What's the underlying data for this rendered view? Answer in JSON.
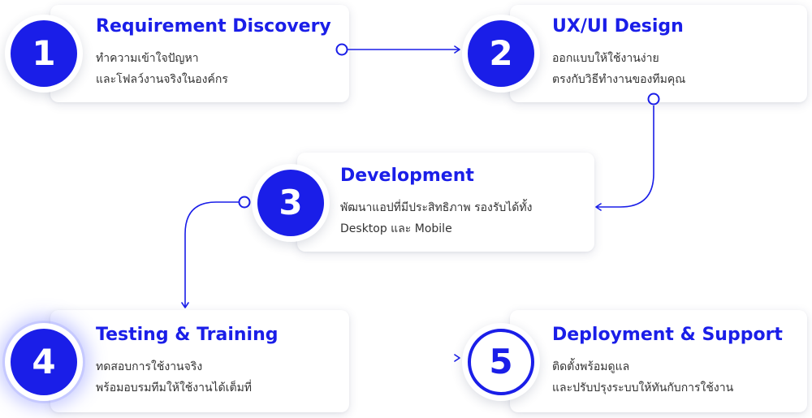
{
  "accent_color": "#1a1ee8",
  "steps": [
    {
      "number": "1",
      "title": "Requirement Discovery",
      "line1": "ทำความเข้าใจปัญหา",
      "line2": "และโฟลว์งานจริงในองค์กร"
    },
    {
      "number": "2",
      "title": "UX/UI Design",
      "line1": "ออกแบบให้ใช้งานง่าย",
      "line2": "ตรงกับวิธีทำงานของทีมคุณ"
    },
    {
      "number": "3",
      "title": "Development",
      "line1": "พัฒนาแอปที่มีประสิทธิภาพ รองรับได้ทั้ง",
      "line2": "Desktop และ Mobile"
    },
    {
      "number": "4",
      "title": "Testing & Training",
      "line1": "ทดสอบการใช้งานจริง",
      "line2": "พร้อมอบรมทีมให้ใช้งานได้เต็มที่"
    },
    {
      "number": "5",
      "title": "Deployment & Support",
      "line1": "ติดตั้งพร้อมดูแล",
      "line2": "และปรับปรุงระบบให้ทันกับการใช้งาน"
    }
  ]
}
